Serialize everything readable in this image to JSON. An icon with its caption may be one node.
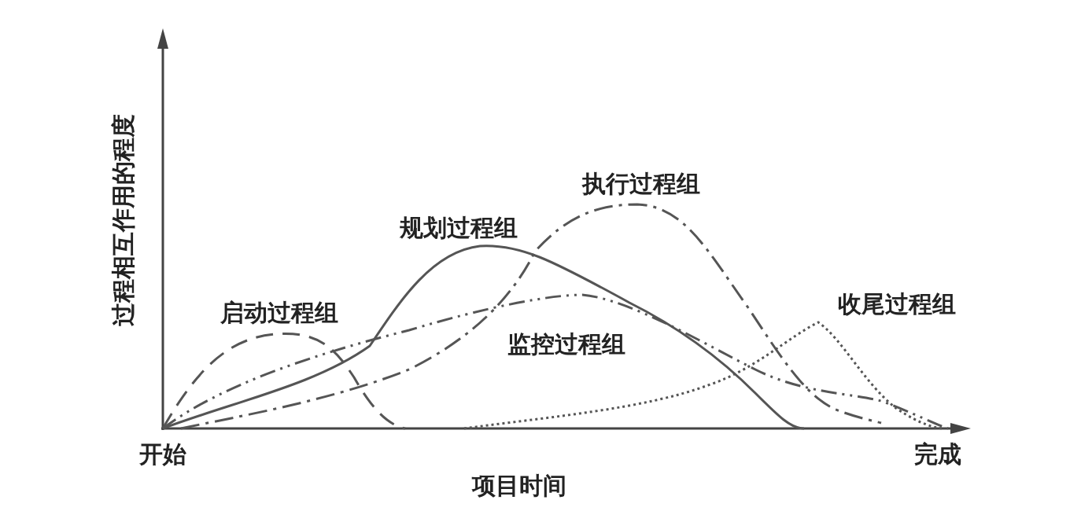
{
  "diagram": {
    "labels": [
      "过程相互作用的程度",
      "执行过程组",
      "规划过程组",
      "启动过程组",
      "收尾过程组",
      "监控过程组",
      "开始",
      "完成",
      "项目时间"
    ]
  }
}
